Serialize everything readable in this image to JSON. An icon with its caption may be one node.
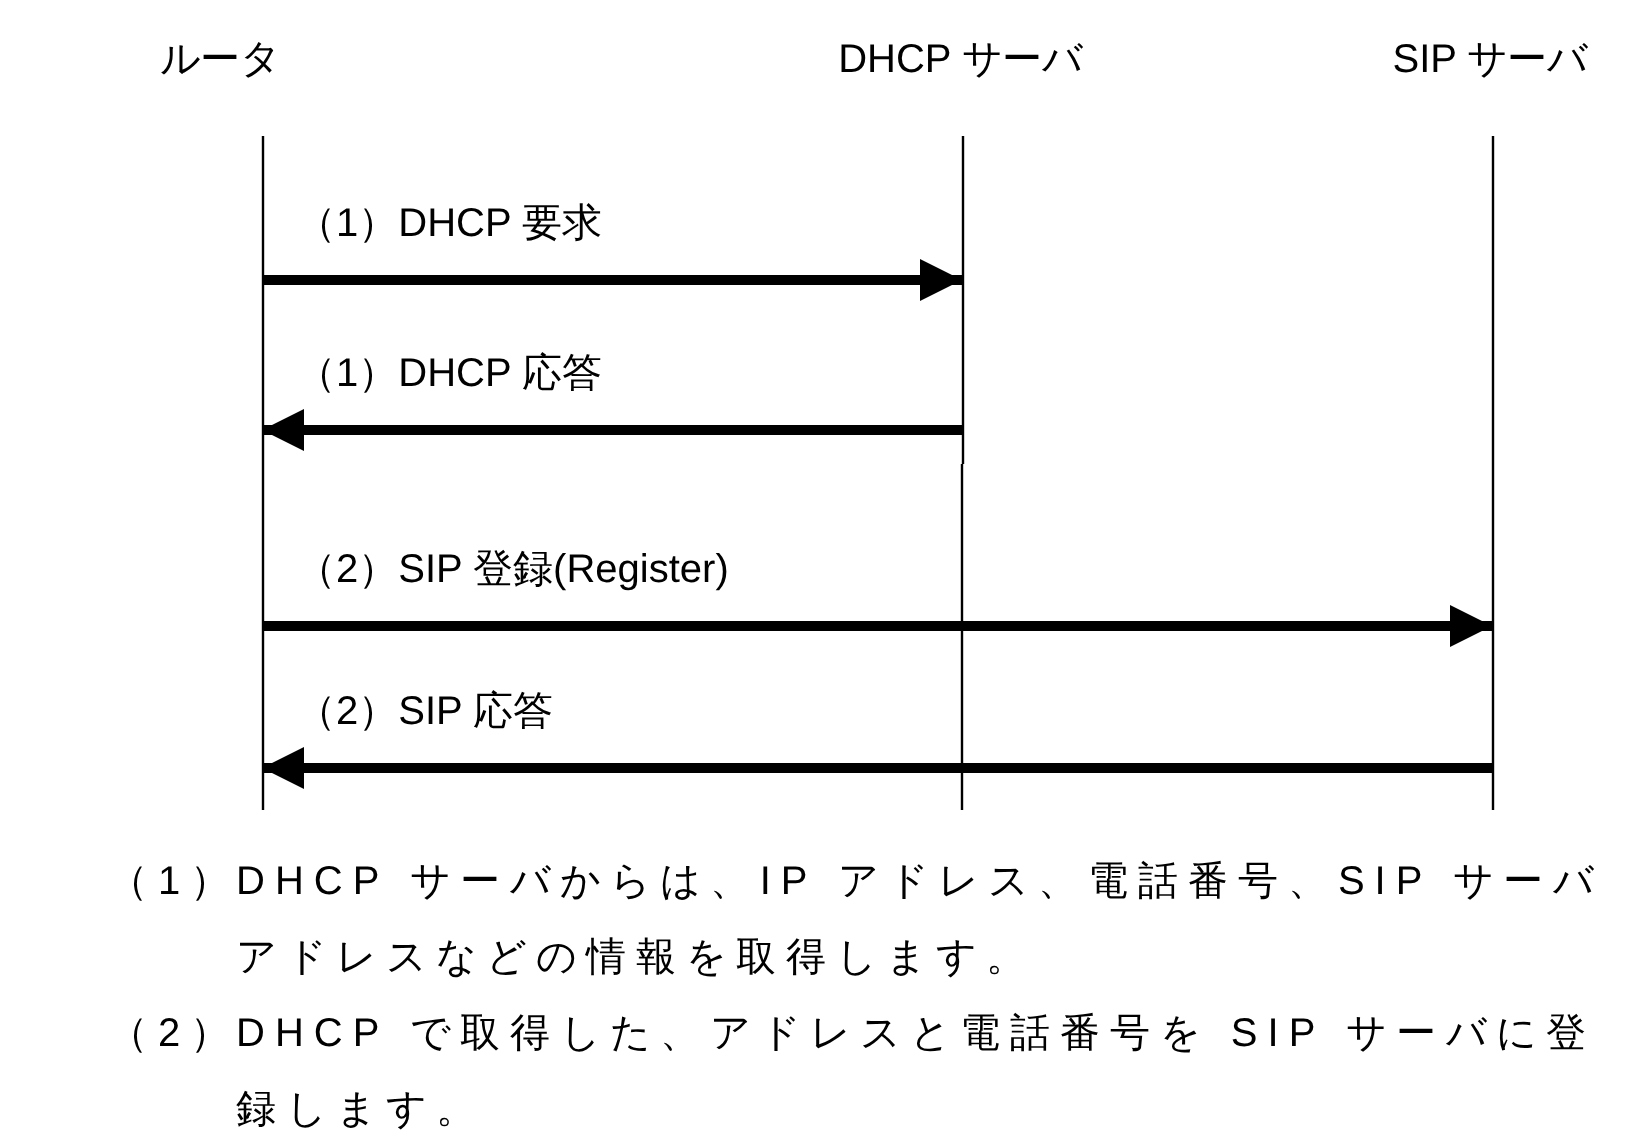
{
  "diagram": {
    "nodes": [
      {
        "text": [
          "ルータ"
        ]
      },
      {
        "text": [
          "DHCP サーバ"
        ]
      },
      {
        "text": [
          "SIP サーバ"
        ]
      }
    ],
    "edges": [
      {
        "from": 0,
        "to": 1,
        "arrow": "to",
        "label": "（1）DHCP 要求"
      },
      {
        "from": 1,
        "to": 0,
        "arrow": "to",
        "label": "（1）DHCP 応答"
      },
      {
        "from": 0,
        "to": 2,
        "arrow": "to",
        "label": "（2）SIP 登録(Register)"
      },
      {
        "from": 2,
        "to": 0,
        "arrow": "to",
        "label": "（2）SIP 応答"
      }
    ],
    "labels": [
      "（1）",
      "DHCP サーバからは、IP アドレス、電話番号、SIP サーバアドレスなどの情報を取得します。",
      "（2）",
      "DHCP で取得した、アドレスと電話番号を SIP サーバに登録します。"
    ]
  }
}
